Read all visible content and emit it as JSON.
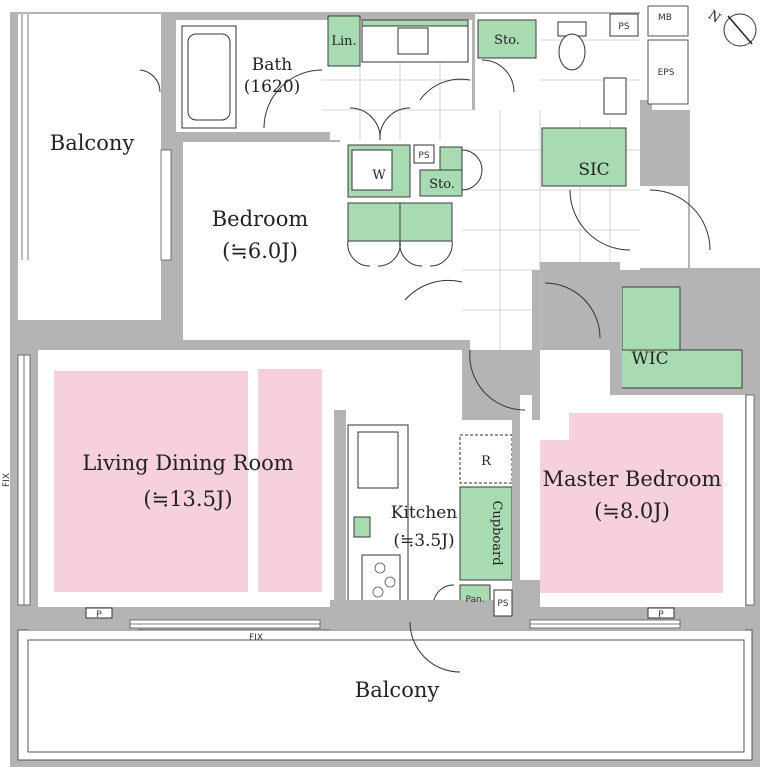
{
  "plan": {
    "rooms": {
      "balcony_top": "Balcony",
      "bath": "Bath",
      "bath_size": "(1620)",
      "bedroom": "Bedroom",
      "bedroom_size": "(≒6.0J)",
      "ldk": "Living Dining Room",
      "ldk_size": "(≒13.5J)",
      "kitchen": "Kitchen",
      "kitchen_size": "(≒3.5J)",
      "master": "Master Bedroom",
      "master_size": "(≒8.0J)",
      "balcony_bottom": "Balcony"
    },
    "storage": {
      "lin": "Lin.",
      "sto_top": "Sto.",
      "sto_mid": "Sto.",
      "washer": "W",
      "sic": "SIC",
      "wic": "WIC",
      "fridge": "R",
      "cupboard": "Cupboard",
      "pantry": "Pan."
    },
    "shafts": {
      "ps_top": "PS",
      "ps_mid": "PS",
      "ps_kitchen": "PS",
      "mb": "MB",
      "eps": "EPS"
    },
    "fixtures": {
      "fix_left": "FIX",
      "fix_bottom": "FIX",
      "p_left": "P",
      "p_right": "P"
    },
    "compass": "N",
    "colors": {
      "wall": "#b4b4b4",
      "storage": "#a9dbb2",
      "room_highlight": "#f6d0da"
    }
  }
}
